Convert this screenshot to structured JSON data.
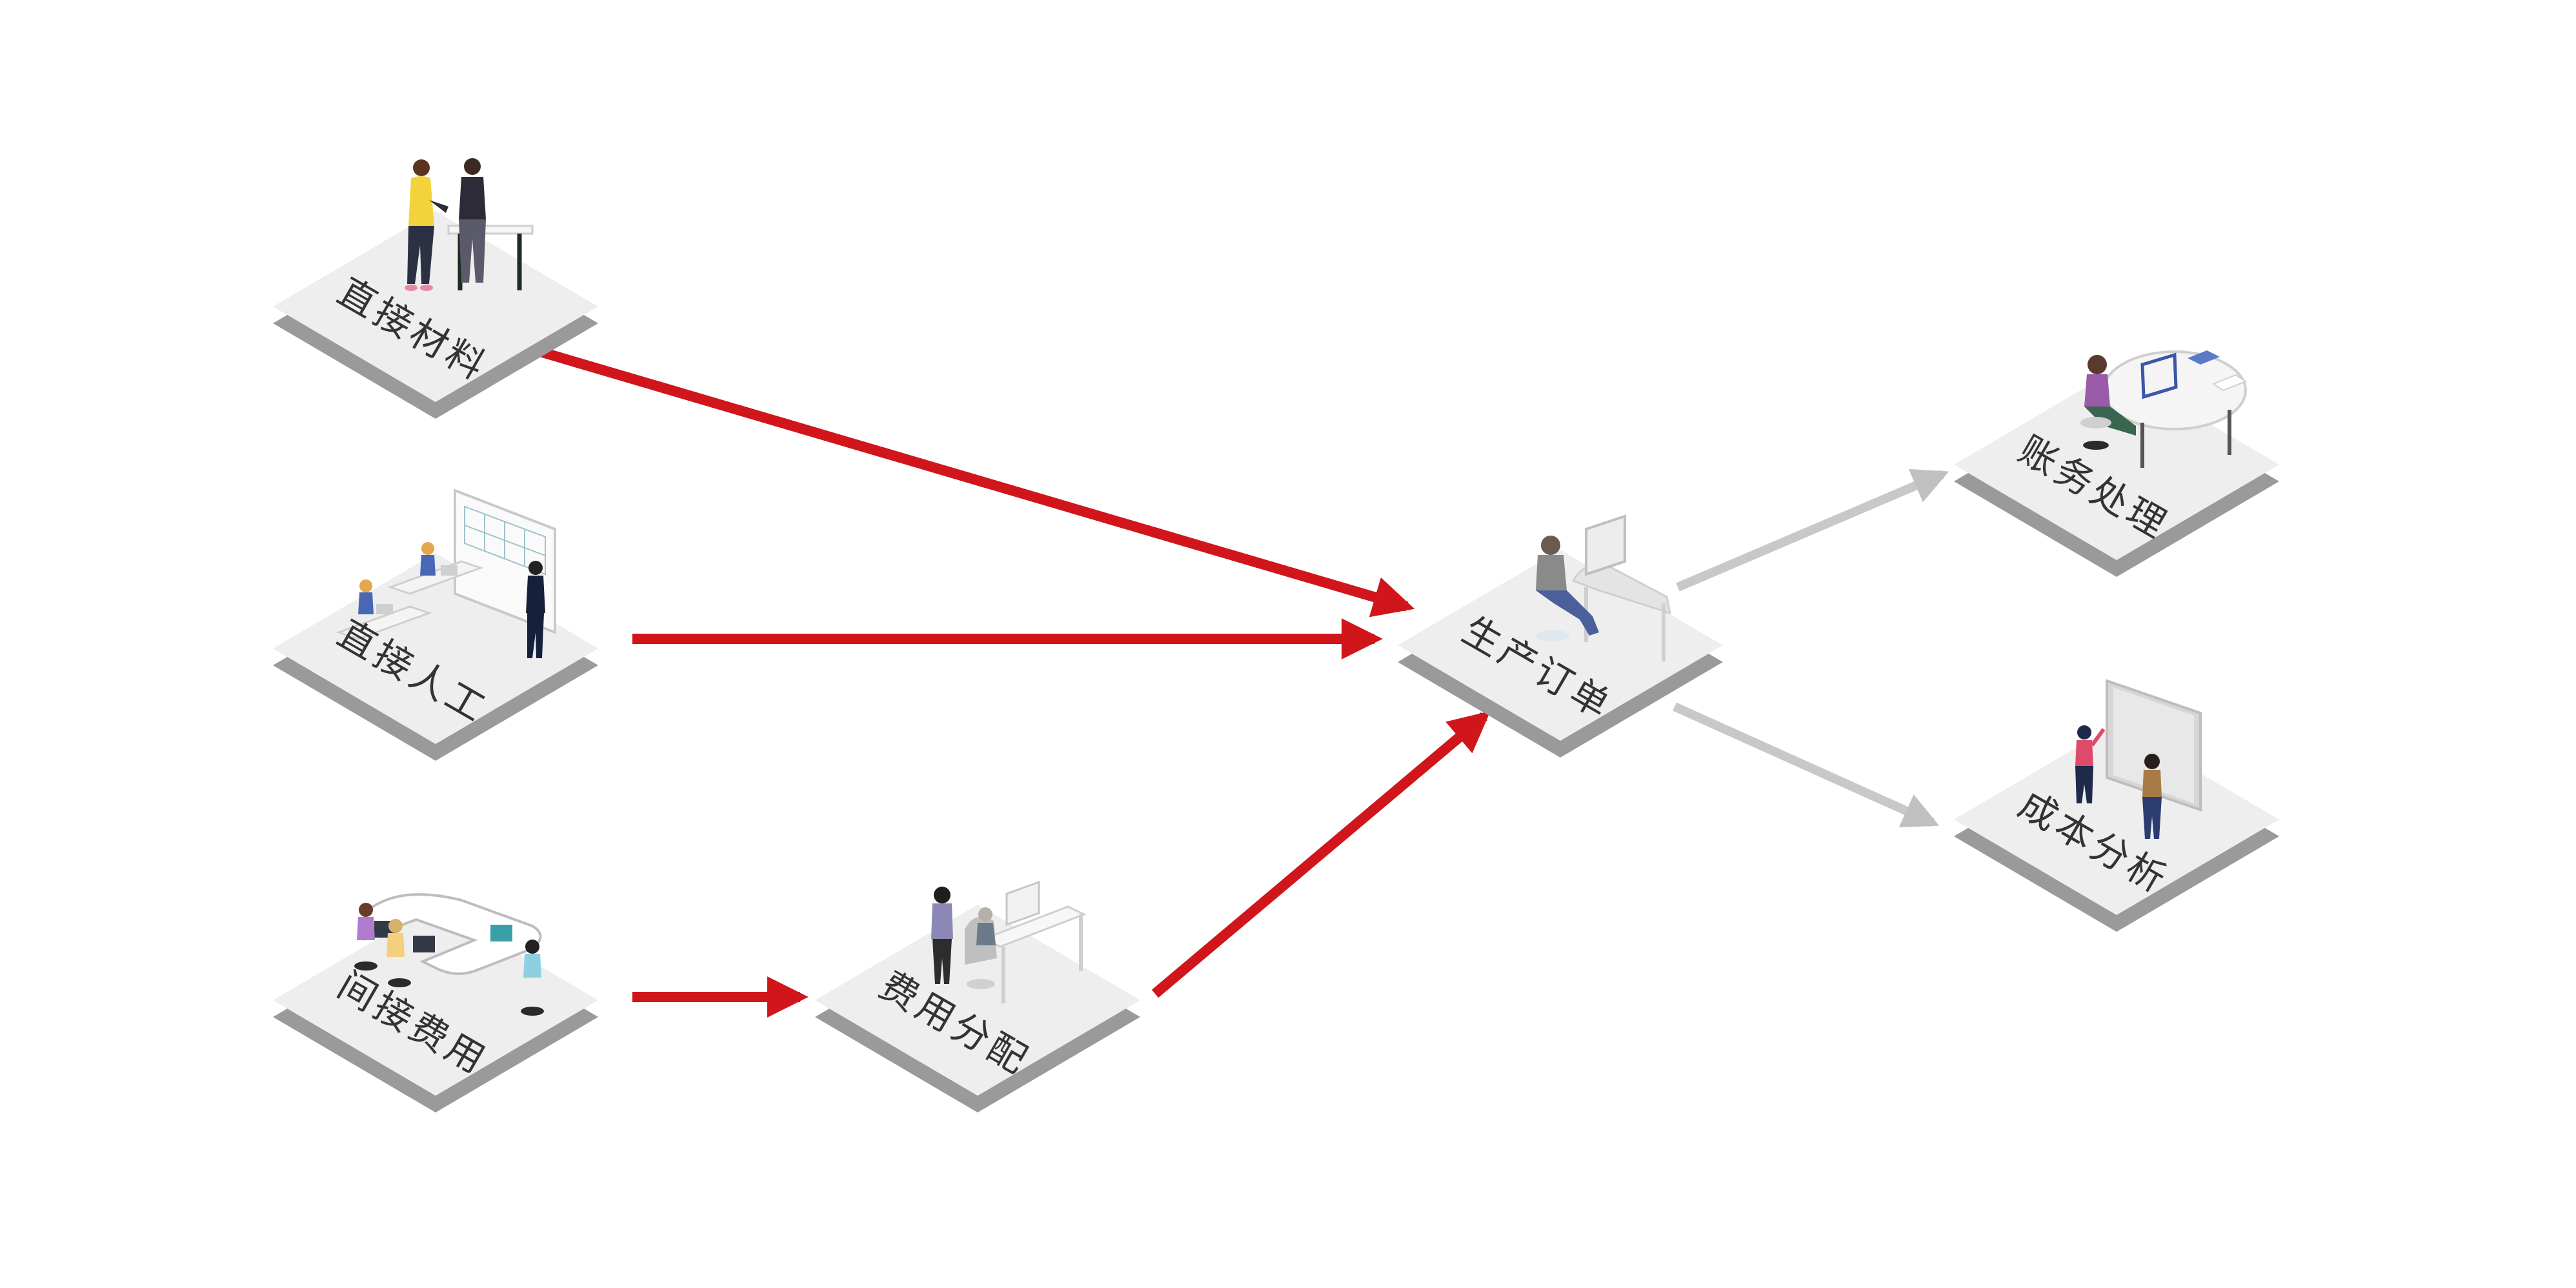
{
  "diagram": {
    "nodes": [
      {
        "id": "direct-material",
        "label": "直接材料"
      },
      {
        "id": "direct-labor",
        "label": "直接人工"
      },
      {
        "id": "indirect-cost",
        "label": "间接费用"
      },
      {
        "id": "cost-allocation",
        "label": "费用分配"
      },
      {
        "id": "production-order",
        "label": "生产订单"
      },
      {
        "id": "accounting",
        "label": "账务处理"
      },
      {
        "id": "cost-analysis",
        "label": "成本分析"
      }
    ],
    "edges": [
      {
        "from": "direct-material",
        "to": "production-order",
        "style": "primary"
      },
      {
        "from": "direct-labor",
        "to": "production-order",
        "style": "primary"
      },
      {
        "from": "indirect-cost",
        "to": "cost-allocation",
        "style": "primary"
      },
      {
        "from": "cost-allocation",
        "to": "production-order",
        "style": "primary"
      },
      {
        "from": "production-order",
        "to": "accounting",
        "style": "secondary"
      },
      {
        "from": "production-order",
        "to": "cost-analysis",
        "style": "secondary"
      }
    ],
    "colors": {
      "primary_edge": "#d0161b",
      "secondary_edge": "#c8c8c8",
      "platform_top": "#eeeeee",
      "platform_side": "#9a9a9a",
      "label_text": "#333333"
    }
  }
}
